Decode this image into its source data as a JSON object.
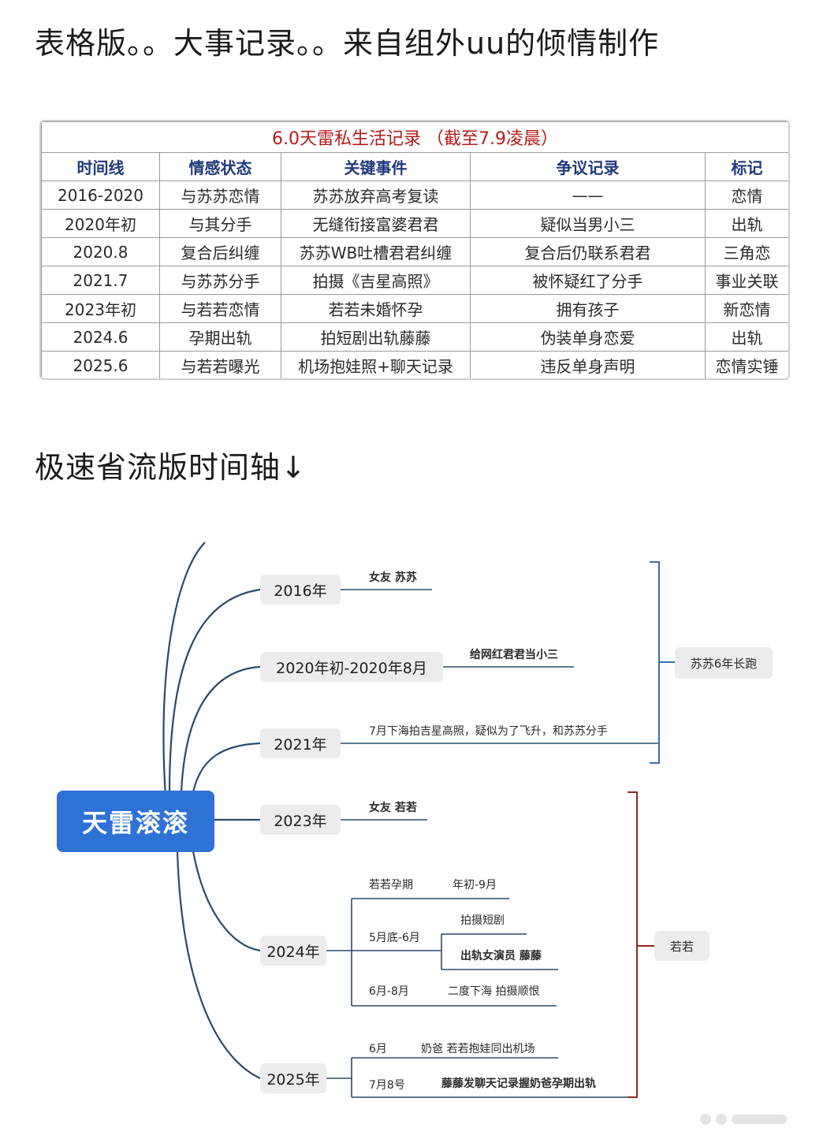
{
  "headings": {
    "top": "表格版。。大事记录。。来自组外uu的倾情制作",
    "timeline": "极速省流版时间轴↓"
  },
  "table": {
    "title": "6.0天雷私生活记录    （截至7.9凌晨）",
    "headers": [
      "时间线",
      "情感状态",
      "关键事件",
      "争议记录",
      "标记"
    ],
    "rows": [
      [
        "2016-2020",
        "与苏苏恋情",
        "苏苏放弃高考复读",
        "——",
        "恋情"
      ],
      [
        "2020年初",
        "与其分手",
        "无缝衔接富婆君君",
        "疑似当男小三",
        "出轨"
      ],
      [
        "2020.8",
        "复合后纠缠",
        "苏苏WB吐槽君君纠缠",
        "复合后仍联系君君",
        "三角恋"
      ],
      [
        "2021.7",
        "与苏苏分手",
        "拍摄《吉星高照》",
        "被怀疑红了分手",
        "事业关联"
      ],
      [
        "2023年初",
        "与若若恋情",
        "若若未婚怀孕",
        "拥有孩子",
        "新恋情"
      ],
      [
        "2024.6",
        "孕期出轨",
        "拍短剧出轨藤藤",
        "伪装单身恋爱",
        "出轨"
      ],
      [
        "2025.6",
        "与若若曝光",
        "机场抱娃照+聊天记录",
        "违反单身声明",
        "恋情实锤"
      ]
    ]
  },
  "mindmap": {
    "root": "天雷滚滚",
    "years": {
      "y2016": "2016年",
      "y2020": "2020年初-2020年8月",
      "y2021": "2021年",
      "y2023": "2023年",
      "y2024": "2024年",
      "y2025": "2025年"
    },
    "labels": {
      "l2016": "女友 苏苏",
      "l2020": "给网红君君当小三",
      "l2021": "7月下海拍吉星高照，疑似为了飞升，和苏苏分手",
      "l2023": "女友 若若",
      "l2024a1": "若若孕期",
      "l2024a2": "年初-9月",
      "l2024b": "5月底-6月",
      "l2024b1": "拍摄短剧",
      "l2024b2": "出轨女演员 藤藤",
      "l2024c1": "6月-8月",
      "l2024c2": "二度下海 拍摄顺恨",
      "l2025a1": "6月",
      "l2025a2": "奶爸 若若抱娃同出机场",
      "l2025b1": "7月8号",
      "l2025b2": "藤藤发聊天记录握奶爸孕期出轨"
    },
    "groups": {
      "susu": "苏苏6年长跑",
      "ruoruo": "若若"
    }
  },
  "colors": {
    "root": "#2f72d6",
    "branch_line": "#2a4a6b",
    "bracket_blue": "#3b6fb0",
    "bracket_red": "#8a2b1e",
    "table_title": "#b31b1b",
    "table_header": "#213a7c"
  }
}
